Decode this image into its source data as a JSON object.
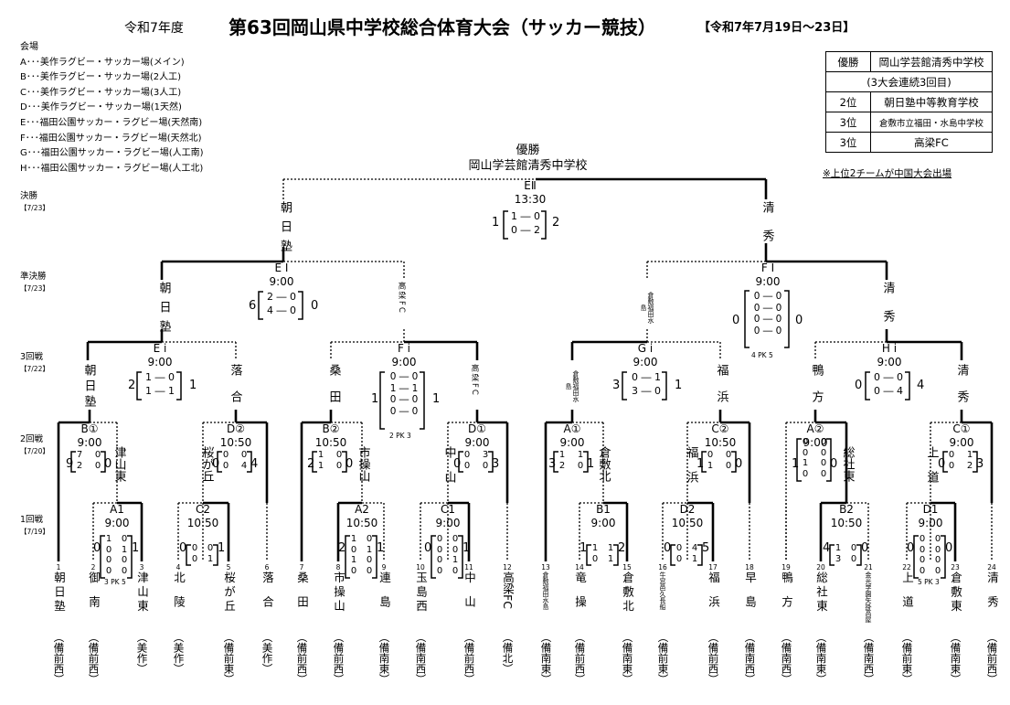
{
  "header": {
    "era": "令和7年度",
    "title": "第63回岡山県中学校総合体育大会（サッカー競技）",
    "dates": "【令和7年7月19日～23日】"
  },
  "venues": {
    "heading": "会場",
    "items": [
      "A･･･美作ラグビー・サッカー場(メイン)",
      "B･･･美作ラグビー・サッカー場(2人工)",
      "C･･･美作ラグビー・サッカー場(3人工)",
      "D･･･美作ラグビー・サッカー場(1天然)",
      "E･･･福田公園サッカー・ラグビー場(天然南)",
      "F･･･福田公園サッカー・ラグビー場(天然北)",
      "G･･･福田公園サッカー・ラグビー場(人工南)",
      "H･･･福田公園サッカー・ラグビー場(人工北)"
    ]
  },
  "results": {
    "rows": [
      {
        "rank": "優勝",
        "team": "岡山学芸館清秀中学校"
      },
      {
        "rank": "",
        "team": "(3大会連続3回目)"
      },
      {
        "rank": "2位",
        "team": "朝日塾中等教育学校"
      },
      {
        "rank": "3位",
        "team": "倉敷市立福田・水島中学校"
      },
      {
        "rank": "3位",
        "team": "高梁FC"
      }
    ],
    "note": "※上位2チームが中国大会出場"
  },
  "champion": {
    "label": "優勝",
    "team": "岡山学芸館清秀中学校"
  },
  "rounds": [
    {
      "name": "決勝",
      "date": "【7/23】"
    },
    {
      "name": "準決勝",
      "date": "【7/23】"
    },
    {
      "name": "3回戦",
      "date": "【7/22】"
    },
    {
      "name": "2回戦",
      "date": "【7/20】"
    },
    {
      "name": "1回戦",
      "date": "【7/19】"
    }
  ],
  "teams": [
    {
      "no": "1",
      "name": "朝日塾",
      "pref": "備前西"
    },
    {
      "no": "2",
      "name": "御南",
      "pref": "備前西"
    },
    {
      "no": "3",
      "name": "津山東",
      "pref": "美作"
    },
    {
      "no": "4",
      "name": "北陵",
      "pref": "美作"
    },
    {
      "no": "5",
      "name": "桜が丘",
      "pref": "備前東"
    },
    {
      "no": "6",
      "name": "落合",
      "pref": "美作"
    },
    {
      "no": "7",
      "name": "桑田",
      "pref": "備前西"
    },
    {
      "no": "8",
      "name": "市操山",
      "pref": "備前西"
    },
    {
      "no": "9",
      "name": "連島",
      "pref": "備南東"
    },
    {
      "no": "10",
      "name": "玉島西",
      "pref": "備南西"
    },
    {
      "no": "11",
      "name": "中山",
      "pref": "備前西"
    },
    {
      "no": "12",
      "name": "高梁FC",
      "pref": "備北"
    },
    {
      "no": "13",
      "name": "倉敷福田水島",
      "pref": "備南東"
    },
    {
      "no": "14",
      "name": "竜操",
      "pref": "備前西"
    },
    {
      "no": "15",
      "name": "倉敷北",
      "pref": "備南東"
    },
    {
      "no": "16",
      "name": "牛窓邑久長船",
      "pref": "備前東"
    },
    {
      "no": "17",
      "name": "福浜",
      "pref": "備前西"
    },
    {
      "no": "18",
      "name": "早島",
      "pref": "備南西"
    },
    {
      "no": "19",
      "name": "鴨方",
      "pref": "備南西"
    },
    {
      "no": "20",
      "name": "総社東",
      "pref": "備南東"
    },
    {
      "no": "21",
      "name": "金光学園矢掛高屋",
      "pref": "備南西"
    },
    {
      "no": "22",
      "name": "上道",
      "pref": "備前東"
    },
    {
      "no": "23",
      "name": "倉敷東",
      "pref": "備南東"
    },
    {
      "no": "24",
      "name": "清秀",
      "pref": "備前西"
    }
  ],
  "matches": {
    "final": {
      "code": "EⅡ",
      "time": "13:30",
      "left": "1",
      "right": "2",
      "halves": [
        "1 ― 0",
        "0 ― 2"
      ]
    },
    "sf1": {
      "code": "E Ⅰ",
      "time": "9:00",
      "left": "6",
      "right": "0",
      "halves": [
        "2 ― 0",
        "4 ― 0"
      ]
    },
    "sf2": {
      "code": "F Ⅰ",
      "time": "9:00",
      "left": "0",
      "right": "0",
      "halves": [
        "0 ― 0",
        "0 ― 0",
        "0 ― 0",
        "0 ― 0"
      ],
      "pk": "4 PK 5"
    },
    "r3a": {
      "code": "E i",
      "time": "9:00",
      "left": "2",
      "right": "1",
      "halves": [
        "1 ― 0",
        "1 ― 1"
      ]
    },
    "r3b": {
      "code": "F i",
      "time": "9:00",
      "left": "1",
      "right": "1",
      "halves": [
        "0 ― 0",
        "1 ― 1",
        "0 ― 0",
        "0 ― 0"
      ],
      "pk": "2 PK 3"
    },
    "r3c": {
      "code": "G i",
      "time": "9:00",
      "left": "3",
      "right": "1",
      "halves": [
        "0 ― 1",
        "3 ― 0"
      ]
    },
    "r3d": {
      "code": "H i",
      "time": "9:00",
      "left": "0",
      "right": "4",
      "halves": [
        "0 ― 0",
        "0 ― 4"
      ]
    },
    "r2": [
      {
        "code": "B①",
        "time": "9:00",
        "left": "9",
        "right": "0",
        "l": [
          "7",
          "2"
        ],
        "r": [
          "0",
          "0"
        ]
      },
      {
        "code": "D②",
        "time": "10:50",
        "left": "0",
        "right": "4",
        "l": [
          "0",
          "0"
        ],
        "r": [
          "0",
          "4"
        ]
      },
      {
        "code": "B②",
        "time": "10:50",
        "left": "2",
        "right": "0",
        "l": [
          "1",
          "1"
        ],
        "r": [
          "0",
          "0"
        ]
      },
      {
        "code": "D①",
        "time": "9:00",
        "left": "0",
        "right": "3",
        "l": [
          "0",
          "0"
        ],
        "r": [
          "3",
          "0"
        ]
      },
      {
        "code": "A①",
        "time": "9:00",
        "left": "3",
        "right": "1",
        "l": [
          "1",
          "2"
        ],
        "r": [
          "1",
          "0"
        ]
      },
      {
        "code": "C②",
        "time": "10:50",
        "left": "1",
        "right": "0",
        "l": [
          "0",
          "1"
        ],
        "r": [
          "0",
          "0"
        ]
      },
      {
        "code": "A②",
        "time": "9:00",
        "left": "1",
        "right": "0",
        "l": [
          "0",
          "0",
          "1",
          "0"
        ],
        "r": [
          "0",
          "0",
          "0",
          "0"
        ]
      },
      {
        "code": "C①",
        "time": "9:00",
        "left": "0",
        "right": "3",
        "l": [
          "0",
          "0"
        ],
        "r": [
          "1",
          "2"
        ]
      }
    ],
    "r1": [
      {
        "code": "A1",
        "time": "9:00",
        "left": "0",
        "right": "1",
        "l": [
          "1",
          "0",
          "0",
          "0"
        ],
        "r": [
          "0",
          "1",
          "0",
          "0"
        ],
        "pk": "3 PK 5"
      },
      {
        "code": "C2",
        "time": "10:50",
        "left": "0",
        "right": "1",
        "l": [
          "0",
          "0"
        ],
        "r": [
          "0",
          "1"
        ]
      },
      {
        "code": "A2",
        "time": "10:50",
        "left": "2",
        "right": "1",
        "l": [
          "1",
          "0",
          "1",
          "0"
        ],
        "r": [
          "0",
          "1",
          "0",
          "0"
        ]
      },
      {
        "code": "C1",
        "time": "9:00",
        "left": "0",
        "right": "1",
        "l": [
          "0",
          "0",
          "0",
          "0"
        ],
        "r": [
          "0",
          "0",
          "1",
          "0"
        ]
      },
      {
        "code": "B1",
        "time": "9:00",
        "left": "1",
        "right": "2",
        "l": [
          "1",
          "0"
        ],
        "r": [
          "1",
          "1"
        ]
      },
      {
        "code": "D2",
        "time": "10:50",
        "left": "0",
        "right": "5",
        "l": [
          "0",
          "0"
        ],
        "r": [
          "4",
          "1"
        ]
      },
      {
        "code": "B2",
        "time": "10:50",
        "left": "4",
        "right": "0",
        "l": [
          "1",
          "3"
        ],
        "r": [
          "0",
          "0"
        ]
      },
      {
        "code": "D1",
        "time": "9:00",
        "left": "0",
        "right": "0",
        "l": [
          "0",
          "0",
          "0",
          "0"
        ],
        "r": [
          "0",
          "0",
          "0",
          "0"
        ],
        "pk": "5 PK 3"
      }
    ]
  },
  "labels": {
    "asahi": "朝日塾",
    "seishu": "清秀",
    "takahashi": "高梁FC",
    "kurashiki": "倉敷福田水島",
    "kuwata": "桑田",
    "ochiai": "落合",
    "fukuhama": "福浜",
    "kamogata": "鴨方",
    "tsuyamahigashi": "津山東",
    "sakuragaoka": "桜が丘",
    "ichisozan": "市操山",
    "nakayama": "中山",
    "kurashikikita": "倉敷北",
    "soshahigashi": "総社東",
    "joto": "上道"
  }
}
